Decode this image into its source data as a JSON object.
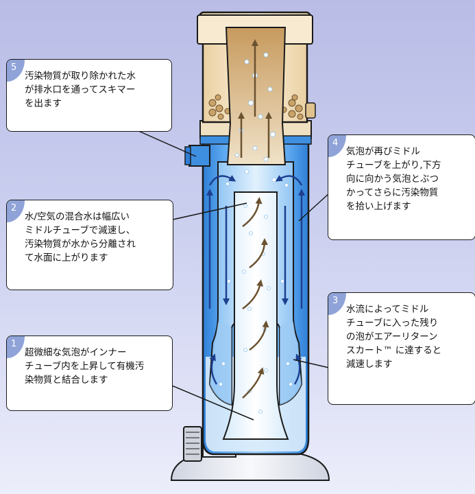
{
  "colors": {
    "background_top": "#b9bde6",
    "background_bottom": "#eceefb",
    "water_blue": "#3f8fe0",
    "pale_water": "#cfe7fb",
    "skimmer_cup": "#f5e3c2",
    "foam": "#c9a268",
    "pollutant_arrow": "#6b5230",
    "flow_arrow": "#1d3f8f",
    "callout_tab": "#8fa3d8"
  },
  "callouts": [
    {
      "num": "5",
      "text": "汚染物質が取り除かれた水\nが排水口を通ってスキマー\nを出ます"
    },
    {
      "num": "2",
      "text": "水/空気の混合水は幅広い\nミドルチューブで減速し、\n汚染物質が水から分離され\nて水面に上がります"
    },
    {
      "num": "1",
      "text": "超微細な気泡がインナー\nチューブ内を上昇して有機汚\n染物質と結合します"
    },
    {
      "num": "4",
      "text": "気泡が再びミドル\nチューブを上がり,下方\n向に向かう気泡とぶつ\nかってさらに汚染物質\nを拾い上げます"
    },
    {
      "num": "3",
      "text": "水流によってミドル\nチューブに入った残り\nの泡がエアーリターン\nスカート™ に達すると\n減速します"
    }
  ]
}
